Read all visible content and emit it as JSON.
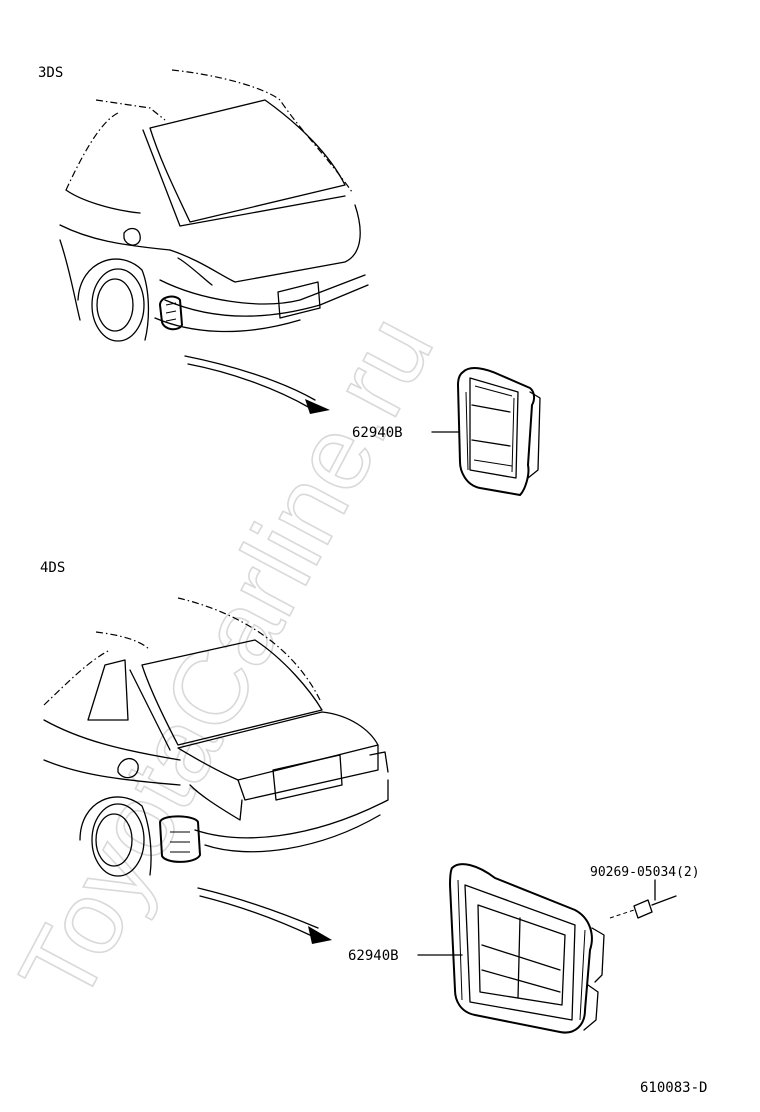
{
  "watermark": "ToyotaCarline.ru",
  "sections": [
    {
      "variant": "3DS",
      "part_label": "62940B"
    },
    {
      "variant": "4DS",
      "part_label": "62940B",
      "extra_label": "90269-05034(2)"
    }
  ],
  "footer_code": "610083-D"
}
